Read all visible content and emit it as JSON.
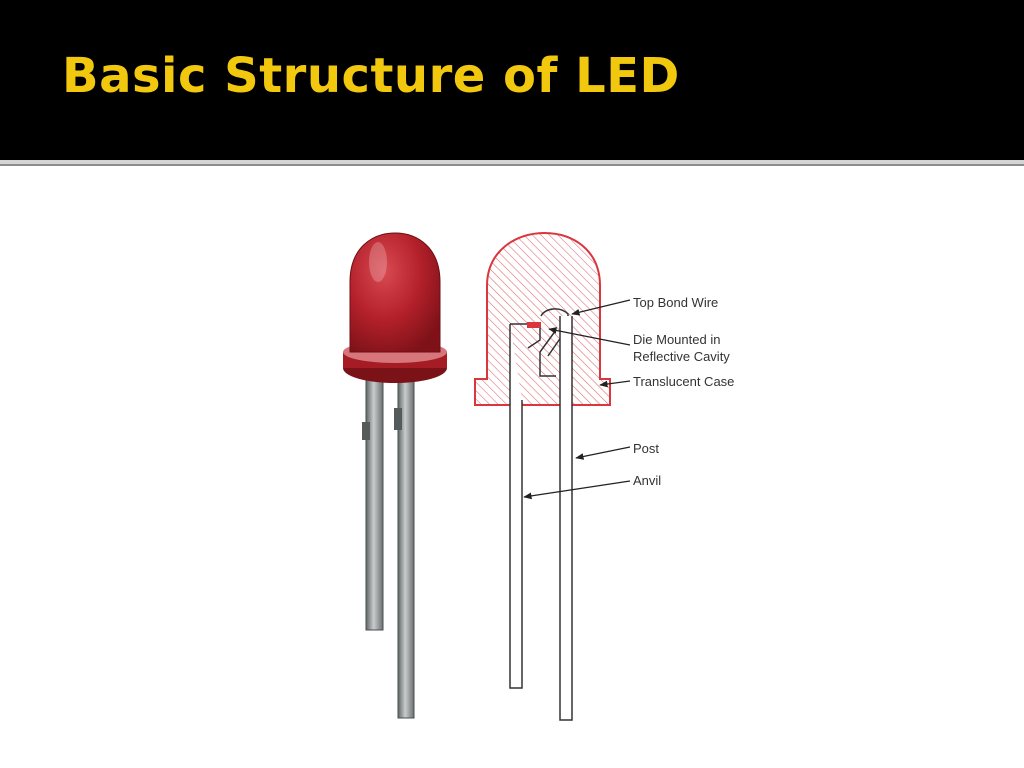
{
  "slide": {
    "title": "Basic Structure of LED",
    "colors": {
      "header_bg": "#000000",
      "title": "#f2c80f",
      "led_body": "#b3202a",
      "case_hatch": "#e05a60"
    }
  },
  "diagram": {
    "labels": {
      "top_bond_wire": "Top Bond Wire",
      "die_mounted_line1": "Die Mounted in",
      "die_mounted_line2": "Reflective Cavity",
      "translucent_case": "Translucent Case",
      "post": "Post",
      "anvil": "Anvil"
    }
  }
}
